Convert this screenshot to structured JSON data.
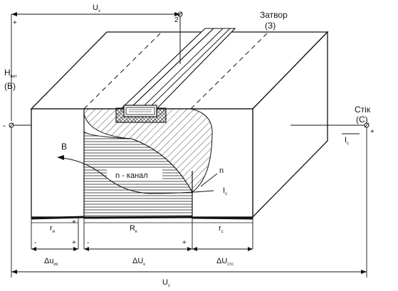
{
  "labels": {
    "gate_voltage": "U",
    "gate_voltage_sub": "з",
    "gate_title": "Затвор",
    "gate_code": "(З)",
    "source_title_main": "Н",
    "source_title_sub": "вит",
    "source_code": "(В)",
    "drain_title": "Стік",
    "drain_code": "(С)",
    "drain_current": "I",
    "drain_current_sub": "c",
    "channel_current": "I",
    "channel_current_sub": "c",
    "point_B": "B",
    "point_n": "n",
    "n_channel": "n - канал",
    "r_source": "r",
    "r_source_sub": "и",
    "r_channel": "R",
    "r_channel_sub": "к",
    "r_drain": "r",
    "r_drain_sub": "c",
    "du_source": "Δu",
    "du_source_sub": "ис",
    "du_channel": "ΔU",
    "du_channel_sub": "к",
    "du_drain": "ΔU",
    "du_drain_sub": "стс",
    "u_total": "U",
    "u_total_sub": "с",
    "pin_2": "2",
    "plus": "+",
    "minus": "-"
  }
}
